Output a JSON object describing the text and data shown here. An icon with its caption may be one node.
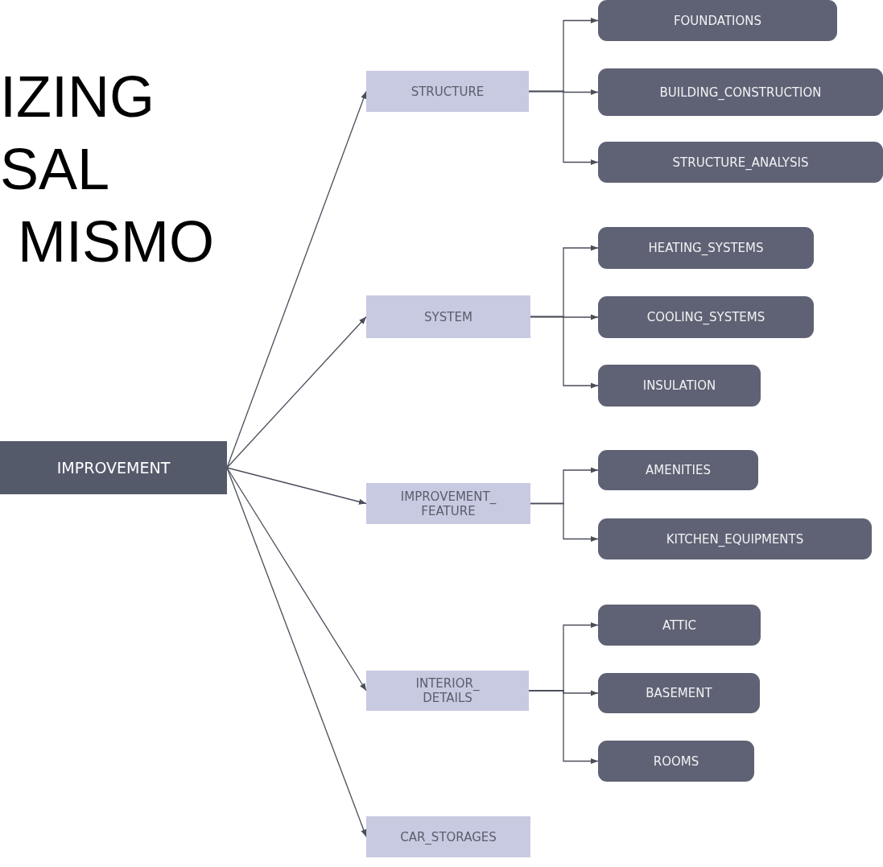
{
  "diagram": {
    "nodes": [
      {
        "text": [
          "IMPROVEMENT"
        ]
      },
      {
        "text": [
          "STRUCTURE"
        ]
      },
      {
        "text": [
          "FOUNDATIONS"
        ]
      },
      {
        "text": [
          "BUILDING_CONSTRUCTION"
        ]
      },
      {
        "text": [
          "STRUCTURE_ANALYSIS"
        ]
      },
      {
        "text": [
          "SYSTEM"
        ]
      },
      {
        "text": [
          "HEATING_SYSTEMS"
        ]
      },
      {
        "text": [
          "COOLING_SYSTEMS"
        ]
      },
      {
        "text": [
          "INSULATION"
        ]
      },
      {
        "text": [
          "IMPROVEMENT_ FEATURE"
        ]
      },
      {
        "text": [
          "AMENITIES"
        ]
      },
      {
        "text": [
          "KITCHEN_EQUIPMENTS"
        ]
      },
      {
        "text": [
          "INTERIOR_ DETAILS"
        ]
      },
      {
        "text": [
          "ATTIC"
        ]
      },
      {
        "text": [
          "BASEMENT"
        ]
      },
      {
        "text": [
          "ROOMS"
        ]
      },
      {
        "text": [
          "CAR_STORAGES"
        ]
      }
    ],
    "edges": [
      {
        "from": 0,
        "to": 1,
        "arrow": "to"
      },
      {
        "from": 0,
        "to": 5,
        "arrow": "to"
      },
      {
        "from": 0,
        "to": 9,
        "arrow": "to"
      },
      {
        "from": 0,
        "to": 12,
        "arrow": "to"
      },
      {
        "from": 0,
        "to": 16,
        "arrow": "to"
      },
      {
        "from": 1,
        "to": 2,
        "arrow": "to"
      },
      {
        "from": 1,
        "to": 3,
        "arrow": "to"
      },
      {
        "from": 1,
        "to": 4,
        "arrow": "to"
      },
      {
        "from": 5,
        "to": 6,
        "arrow": "to"
      },
      {
        "from": 5,
        "to": 7,
        "arrow": "to"
      },
      {
        "from": 5,
        "to": 8,
        "arrow": "to"
      },
      {
        "from": 9,
        "to": 10,
        "arrow": "to"
      },
      {
        "from": 9,
        "to": 11,
        "arrow": "to"
      },
      {
        "from": 12,
        "to": 13,
        "arrow": "to"
      },
      {
        "from": 12,
        "to": 14,
        "arrow": "to"
      },
      {
        "from": 12,
        "to": 15,
        "arrow": "to"
      }
    ],
    "labels": [
      "IZING",
      "SAL",
      "MISMO"
    ]
  }
}
